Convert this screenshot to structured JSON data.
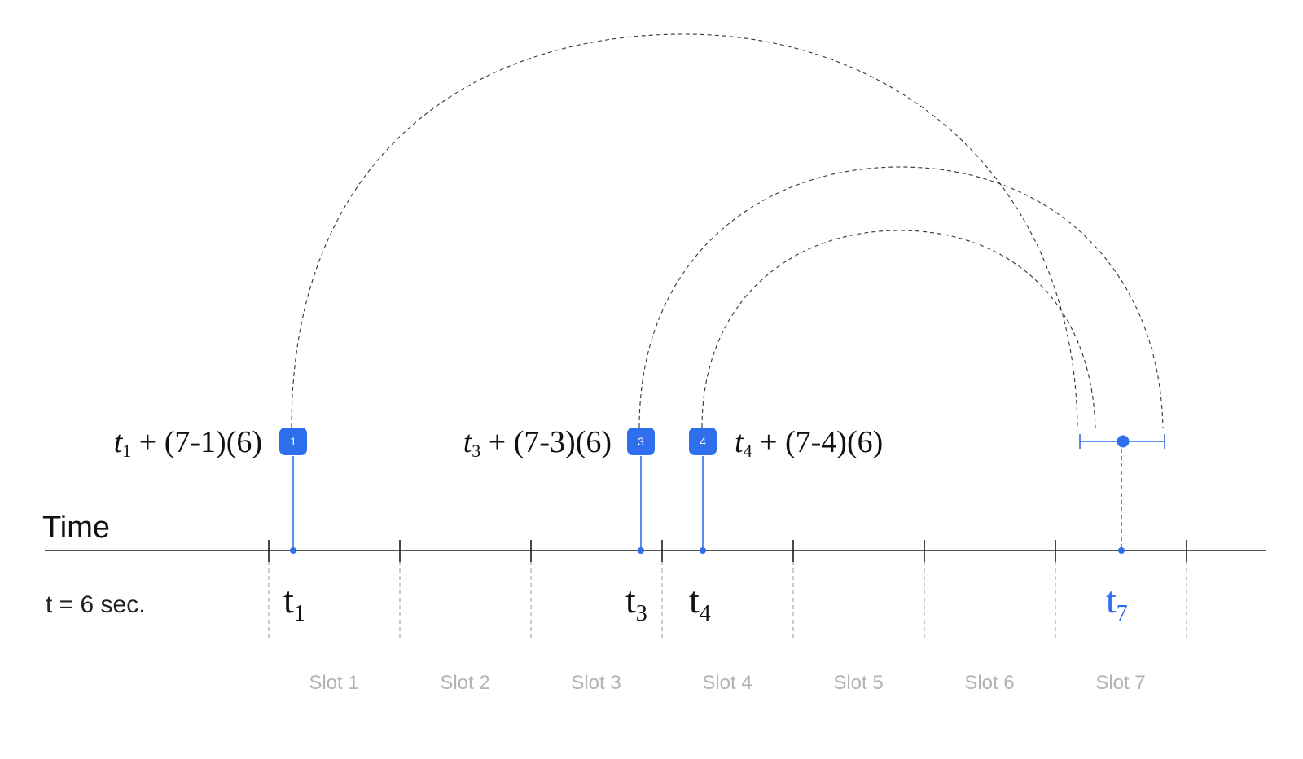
{
  "axis": {
    "label": "Time",
    "period_label": "t = 6 sec."
  },
  "slots": [
    "Slot 1",
    "Slot 2",
    "Slot 3",
    "Slot 4",
    "Slot 5",
    "Slot 6",
    "Slot 7"
  ],
  "events": [
    {
      "badge": "1",
      "t_main": "t",
      "t_sub": "1",
      "formula_var": "t",
      "formula_sub": "1",
      "formula_rest": " + (7-1)(6)"
    },
    {
      "badge": "3",
      "t_main": "t",
      "t_sub": "3",
      "formula_var": "t",
      "formula_sub": "3",
      "formula_rest": " + (7-3)(6)"
    },
    {
      "badge": "4",
      "t_main": "t",
      "t_sub": "4",
      "formula_var": "t",
      "formula_sub": "4",
      "formula_rest": " + (7-4)(6)"
    }
  ],
  "target": {
    "t_main": "t",
    "t_sub": "7"
  },
  "colors": {
    "accent": "#2f6fed",
    "axis": "#1a1a1a",
    "slot_label": "#b3b3b3",
    "arc": "#333333"
  }
}
